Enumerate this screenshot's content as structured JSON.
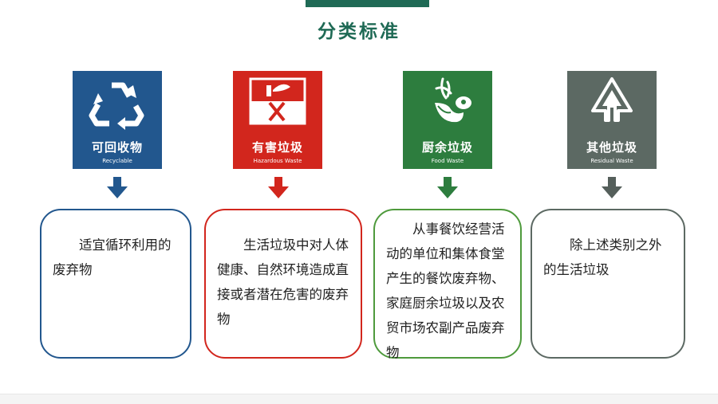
{
  "title": "分类标准",
  "categories": [
    {
      "name": "可回收物",
      "en": "Recyclable",
      "color": "#22578e",
      "icon": "recycle-icon",
      "arrow_color": "#22578e",
      "border_color": "#22578e",
      "description": "适宜循环利用的废弃物"
    },
    {
      "name": "有害垃圾",
      "en": "Hazardous Waste",
      "color": "#d2261d",
      "icon": "hazardous-battery-icon",
      "arrow_color": "#d2261d",
      "border_color": "#d2261d",
      "description": "生活垃圾中对人体健康、自然环境造成直接或者潜在危害的废弃物"
    },
    {
      "name": "厨余垃圾",
      "en": "Food Waste",
      "color": "#2d7d3e",
      "icon": "food-scraps-icon",
      "arrow_color": "#2d7d3e",
      "border_color": "#4e9a3c",
      "description": "从事餐饮经营活动的单位和集体食堂产生的餐饮废弃物、家庭厨余垃圾以及农贸市场农副产品废弃物"
    },
    {
      "name": "其他垃圾",
      "en": "Residual Waste",
      "color": "#5c6963",
      "icon": "residual-tree-icon",
      "arrow_color": "#555f5b",
      "border_color": "#5c6963",
      "description": "除上述类别之外的生活垃圾"
    }
  ]
}
